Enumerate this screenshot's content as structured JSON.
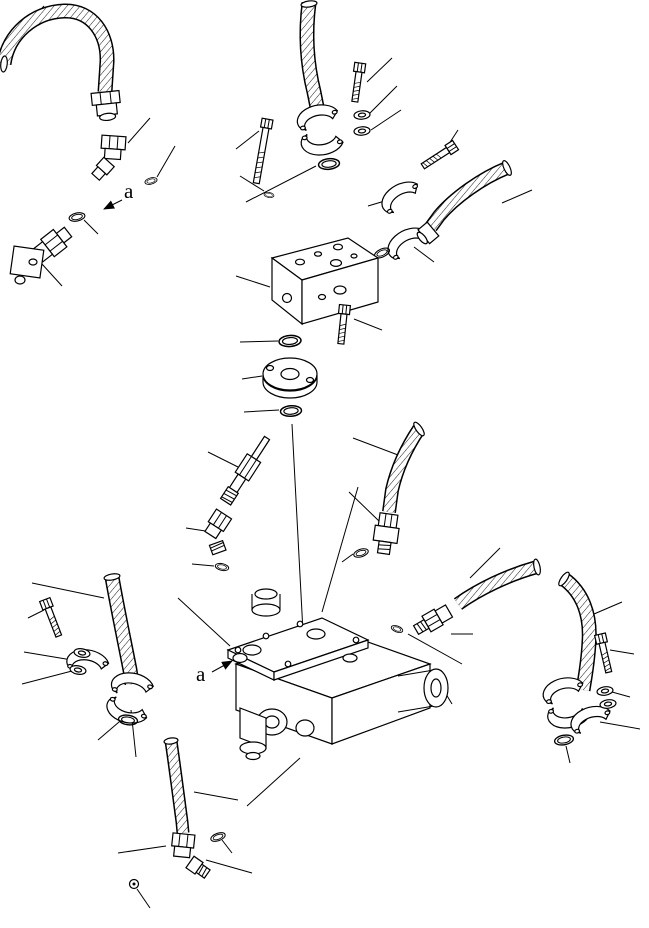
{
  "page": {
    "type": "exploded-parts-diagram",
    "title": "hydraulic valve and hose piping exploded view"
  },
  "colors": {
    "background": "#ffffff",
    "line": "#000000"
  },
  "labels": {
    "upper_a": "a",
    "lower_a": "a"
  },
  "parts": [
    {
      "id": "hose-upper-left",
      "kind": "curved-hose"
    },
    {
      "id": "coupling-upper-left",
      "kind": "hose-coupling"
    },
    {
      "id": "elbow-fitting-upper-left",
      "kind": "elbow-fitting"
    },
    {
      "id": "oring-small-upper-left",
      "kind": "o-ring"
    },
    {
      "id": "oring-upper-left",
      "kind": "o-ring"
    },
    {
      "id": "elbow-connector-lower-left",
      "kind": "elbow-connector"
    },
    {
      "id": "hose-top-center",
      "kind": "hose"
    },
    {
      "id": "clamp-top-center",
      "kind": "hose-clamp"
    },
    {
      "id": "bolt-long-top-center",
      "kind": "bolt"
    },
    {
      "id": "oring-below-bolt",
      "kind": "o-ring"
    },
    {
      "id": "oring-top-center",
      "kind": "o-ring"
    },
    {
      "id": "bolt-top-right",
      "kind": "bolt"
    },
    {
      "id": "washer-top-right-1",
      "kind": "washer"
    },
    {
      "id": "washer-top-right-2",
      "kind": "washer"
    },
    {
      "id": "half-clamp-right-1",
      "kind": "half-clamp"
    },
    {
      "id": "half-clamp-right-2",
      "kind": "half-clamp"
    },
    {
      "id": "bolt-right",
      "kind": "bolt"
    },
    {
      "id": "hose-right-upper",
      "kind": "hose"
    },
    {
      "id": "hose-end-fitting-right",
      "kind": "hose-fitting"
    },
    {
      "id": "oring-right-upper",
      "kind": "o-ring"
    },
    {
      "id": "manifold-block",
      "kind": "valve-block"
    },
    {
      "id": "bolt-below-block",
      "kind": "bolt"
    },
    {
      "id": "oring-under-block",
      "kind": "o-ring"
    },
    {
      "id": "round-flange",
      "kind": "flange"
    },
    {
      "id": "oring-under-flange",
      "kind": "o-ring"
    },
    {
      "id": "adapter-fitting-left",
      "kind": "adapter-fitting"
    },
    {
      "id": "elbow-fitting-left",
      "kind": "elbow-fitting"
    },
    {
      "id": "oring-left",
      "kind": "o-ring"
    },
    {
      "id": "hose-center",
      "kind": "hose"
    },
    {
      "id": "fitting-center",
      "kind": "elbow-fitting"
    },
    {
      "id": "oring-center",
      "kind": "o-ring"
    },
    {
      "id": "main-valve-assembly",
      "kind": "valve-body"
    },
    {
      "id": "fitting-right-valve",
      "kind": "straight-fitting"
    },
    {
      "id": "oring-right-valve",
      "kind": "o-ring"
    },
    {
      "id": "hose-right-lower",
      "kind": "hose"
    },
    {
      "id": "hose-lower-left",
      "kind": "hose"
    },
    {
      "id": "clamp-lower-left",
      "kind": "hose-clamp"
    },
    {
      "id": "half-clamp-lower-left",
      "kind": "half-clamp"
    },
    {
      "id": "washer-lower-left-1",
      "kind": "washer"
    },
    {
      "id": "washer-lower-left-2",
      "kind": "washer"
    },
    {
      "id": "bolt-lower-left",
      "kind": "bolt"
    },
    {
      "id": "oring-lower-left",
      "kind": "o-ring"
    },
    {
      "id": "hose-lower-right",
      "kind": "hose"
    },
    {
      "id": "clamp-lower-right",
      "kind": "hose-clamp"
    },
    {
      "id": "half-clamp-lower-right",
      "kind": "half-clamp"
    },
    {
      "id": "washer-lower-right-1",
      "kind": "washer"
    },
    {
      "id": "washer-lower-right-2",
      "kind": "washer"
    },
    {
      "id": "bolt-lower-right",
      "kind": "bolt"
    },
    {
      "id": "oring-lower-right",
      "kind": "o-ring"
    },
    {
      "id": "hose-bottom",
      "kind": "hose"
    },
    {
      "id": "elbow-fitting-bottom",
      "kind": "elbow-fitting"
    },
    {
      "id": "oring-bottom",
      "kind": "o-ring"
    },
    {
      "id": "plug-bottom",
      "kind": "plug"
    }
  ]
}
